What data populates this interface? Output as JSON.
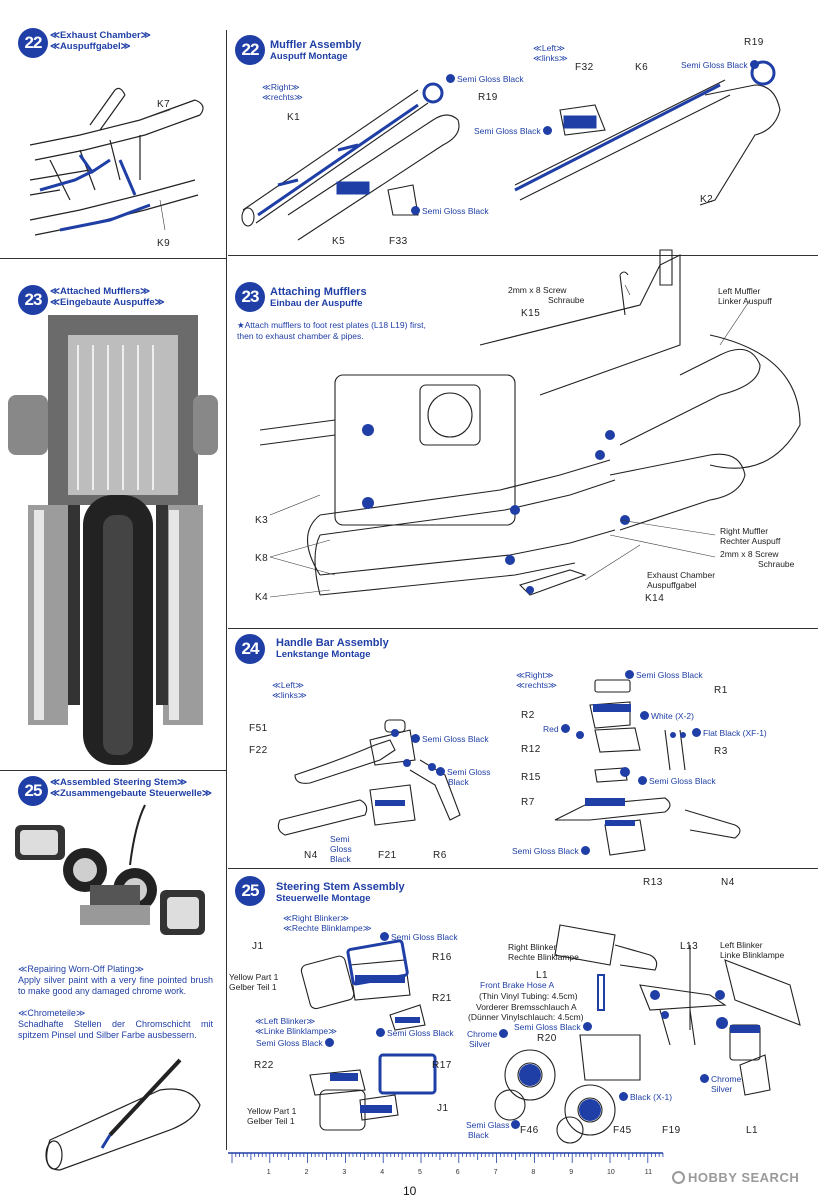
{
  "colors": {
    "accent": "#1f3fa6",
    "ink": "#111111"
  },
  "left": {
    "s22": {
      "num": "22",
      "title": "≪Exhaust Chamber≫",
      "subtitle": "≪Auspuffgabel≫",
      "labels": [
        "K7",
        "K9"
      ]
    },
    "s23": {
      "num": "23",
      "title": "≪Attached Mufflers≫",
      "subtitle": "≪Eingebaute Auspuffe≫"
    },
    "s25": {
      "num": "25",
      "title": "≪Assembled Steering Stem≫",
      "subtitle": "≪Zusammengebaute Steuerwelle≫"
    },
    "repair": {
      "title": "≪Repairing Worn-Off Plating≫",
      "body": "Apply silver paint with a very fine pointed brush to make good any damaged chrome work.",
      "title_de": "≪Chrometeile≫",
      "body_de": "Schadhafte Stellen der Chromschicht mit spitzem Pinsel und Silber Farbe ausbessern."
    }
  },
  "step22": {
    "num": "22",
    "title": "Muffler Assembly",
    "subtitle": "Auspuff Montage",
    "right_side": "≪Right≫",
    "right_side_de": "≪rechts≫",
    "left_side": "≪Left≫",
    "left_side_de": "≪links≫",
    "labels": {
      "k1": "K1",
      "k5": "K5",
      "f33": "F33",
      "r19a": "R19",
      "f32": "F32",
      "k6": "K6",
      "r19b": "R19",
      "k2": "K2"
    },
    "paint": {
      "p1": "Semi Gloss Black",
      "p2": "Semi Gloss Black",
      "p3": "Semi Gloss Black",
      "p4": "Semi Gloss Black"
    }
  },
  "step23": {
    "num": "23",
    "title": "Attaching Mufflers",
    "subtitle": "Einbau der Auspuffe",
    "note": "★Attach mufflers to foot rest plates (L18 L19) first, then to exhaust chamber & pipes.",
    "screw1": "2mm x 8 Screw",
    "screw1_de": "Schraube",
    "screw2": "2mm x 8 Screw",
    "screw2_de": "Schraube",
    "left_muffler": "Left Muffler",
    "left_muffler_de": "Linker Auspuff",
    "right_muffler": "Right Muffler",
    "right_muffler_de": "Rechter Auspuff",
    "chamber": "Exhaust Chamber",
    "chamber_de": "Auspuffgabel",
    "labels": {
      "k15": "K15",
      "k3": "K3",
      "k8": "K8",
      "k4": "K4",
      "k14": "K14"
    }
  },
  "step24": {
    "num": "24",
    "title": "Handle Bar Assembly",
    "subtitle": "Lenkstange Montage",
    "left_side": "≪Left≫",
    "left_side_de": "≪links≫",
    "right_side": "≪Right≫",
    "right_side_de": "≪rechts≫",
    "labels": {
      "f51": "F51",
      "f22": "F22",
      "n4a": "N4",
      "f21": "F21",
      "r6": "R6",
      "r2": "R2",
      "r12": "R12",
      "r15": "R15",
      "r7": "R7",
      "r1": "R1",
      "r3": "R3",
      "r13": "R13",
      "n4b": "N4"
    },
    "paint": {
      "sgb1": "Semi Gloss Black",
      "sgb2": "Semi Gloss",
      "sgb2b": "Black",
      "sgb3": "Semi",
      "sgb3b": "Gloss",
      "sgb3c": "Black",
      "sgb4": "Semi Gloss Black",
      "white": "White (X-2)",
      "red": "Red",
      "flat": "Flat Black (XF-1)",
      "sgb5": "Semi Gloss Black",
      "sgb6": "Semi Gloss Black"
    }
  },
  "step25": {
    "num": "25",
    "title": "Steering Stem Assembly",
    "subtitle": "Steuerwelle Montage",
    "right_blinker": "≪Right Blinker≫",
    "right_blinker_de": "≪Rechte Blinklampe≫",
    "left_blinker": "≪Left Blinker≫",
    "left_blinker_de": "≪Linke Blinklampe≫",
    "yellow1": "Yellow Part 1",
    "yellow1_de": "Gelber Teil 1",
    "yellow2": "Yellow Part 1",
    "yellow2_de": "Gelber Teil 1",
    "rb": "Right Blinker",
    "rb_de": "Rechte Blinklampe",
    "lb": "Left Blinker",
    "lb_de": "Linke Blinklampe",
    "hose1": "Front Brake Hose A",
    "hose2": "(Thin Vinyl Tubing: 4.5cm)",
    "hose3": "Vorderer Bremsschlauch A",
    "hose4": "(Dünner Vinylschlauch: 4.5cm)",
    "labels": {
      "j1a": "J1",
      "r16": "R16",
      "r21": "R21",
      "r22": "R22",
      "r17": "R17",
      "j1b": "J1",
      "l1a": "L1",
      "l13": "L13",
      "r20": "R20",
      "f46": "F46",
      "f45": "F45",
      "f19": "F19",
      "l1b": "L1"
    },
    "paint": {
      "sgb1": "Semi Gloss Black",
      "sgb2": "Semi Gloss Black",
      "sgb3": "Semi Gloss Black",
      "sgb4": "Semi Gloss Black",
      "chrome1": "Chrome",
      "chrome1b": "Silver",
      "chrome2": "Chrome",
      "chrome2b": "Silver",
      "black": "Black (X-1)",
      "sgb5": "Semi Glass",
      "sgb5b": "Black"
    }
  },
  "ruler": {
    "ticks": [
      "1",
      "2",
      "3",
      "4",
      "5",
      "6",
      "7",
      "8",
      "9",
      "10",
      "11"
    ]
  },
  "page_number": "10",
  "watermark": "HOBBY SEARCH"
}
